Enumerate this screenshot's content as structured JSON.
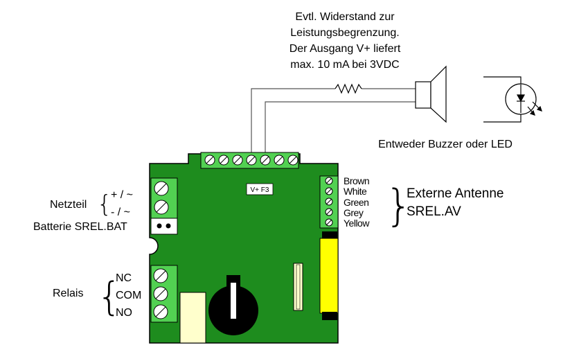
{
  "note": {
    "line1": "Evtl. Widerstand zur",
    "line2": "Leistungsbegrenzung.",
    "line3": "Der Ausgang V+ liefert",
    "line4": "max. 10 mA bei 3VDC"
  },
  "buzzer_led_label": "Entweder Buzzer oder LED",
  "board_label": "V+ F3",
  "power": {
    "group_label": "Netzteil",
    "plus_label": "+ / ~",
    "minus_label": "- / ~"
  },
  "battery_label": "Batterie SREL.BAT",
  "relay": {
    "group_label": "Relais",
    "nc": "NC",
    "com": "COM",
    "no": "NO"
  },
  "antenna": {
    "wires": [
      "Brown",
      "White",
      "Green",
      "Grey",
      "Yellow"
    ],
    "label_line1": "Externe Antenne",
    "label_line2": "SREL.AV"
  },
  "colors": {
    "board": "#1e8c1e",
    "terminal": "#52d152",
    "fuse": "#ffff00",
    "relay": "#ffffcc",
    "battery": "#000000"
  },
  "icons": {
    "buzzer": "buzzer-icon",
    "led": "led-icon",
    "resistor": "resistor-icon"
  }
}
